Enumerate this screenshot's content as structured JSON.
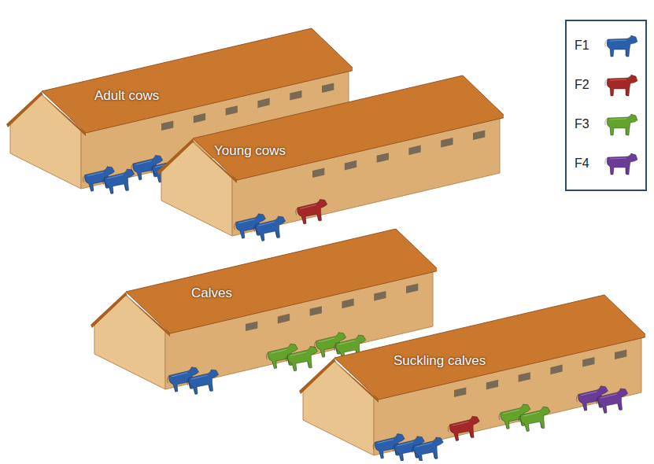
{
  "diagram": {
    "nodes": [
      {
        "text": [
          "Adult cows"
        ]
      },
      {
        "text": [
          "Young cows"
        ]
      },
      {
        "text": [
          "Calves"
        ]
      },
      {
        "text": [
          "Suckling calves"
        ]
      }
    ],
    "legend": [
      {
        "text": "F1",
        "color": "#2b5fab"
      },
      {
        "text": "F2",
        "color": "#a52828"
      },
      {
        "text": "F3",
        "color": "#63a32c"
      },
      {
        "text": "F4",
        "color": "#6b3b98"
      }
    ]
  }
}
